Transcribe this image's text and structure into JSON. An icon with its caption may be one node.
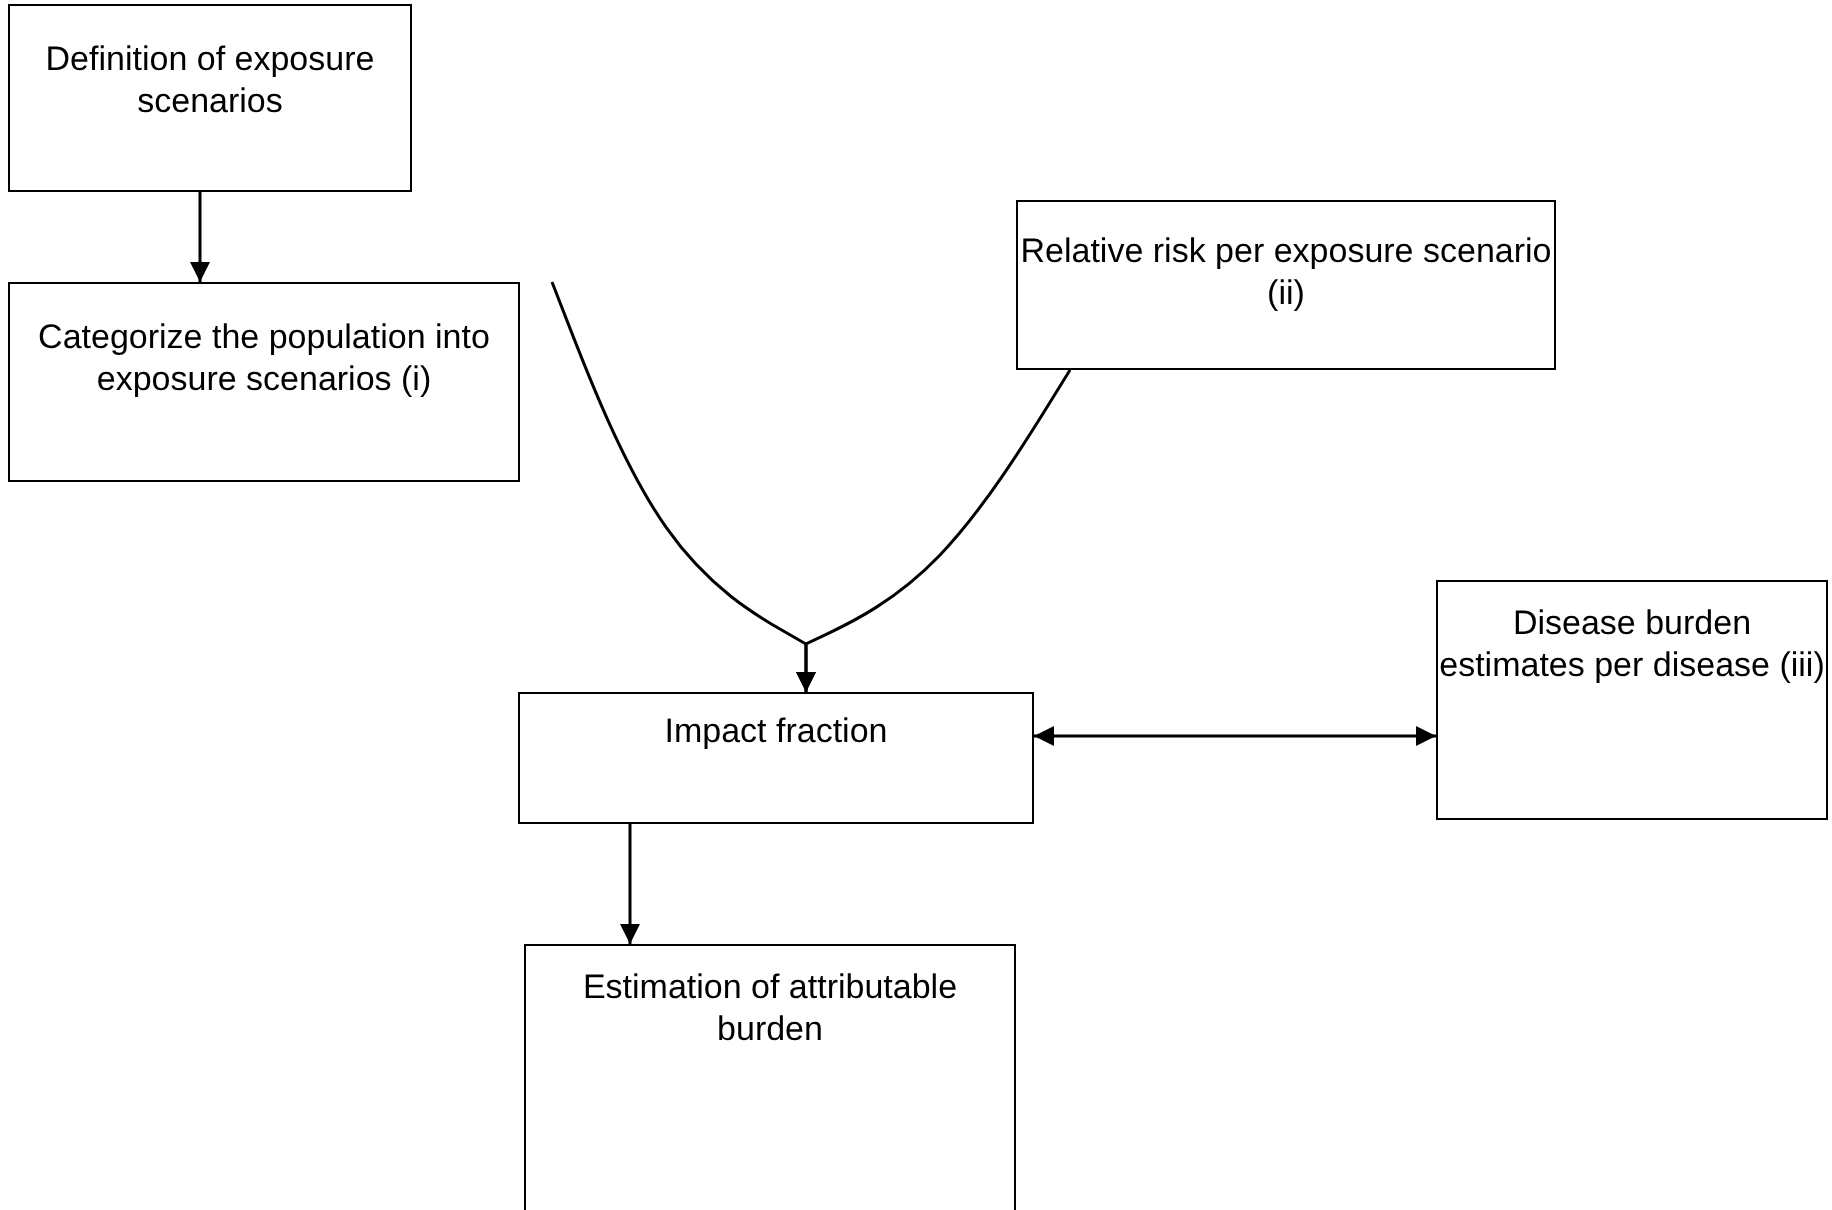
{
  "diagram": {
    "nodes": [
      {
        "text": [
          "Definition of exposure scenarios"
        ]
      },
      {
        "text": [
          "Categorize the population into exposure scenarios (i)"
        ]
      },
      {
        "text": [
          "Relative risk per exposure scenario (ii)"
        ]
      },
      {
        "text": [
          "Impact fraction"
        ]
      },
      {
        "text": [
          "Disease burden estimates per disease (iii)"
        ]
      },
      {
        "text": [
          "Estimation of attributable burden"
        ]
      }
    ],
    "edges": [
      {
        "from": 0,
        "to": 1,
        "arrow": "to"
      },
      {
        "from": 1,
        "to": 3,
        "arrow": "to"
      },
      {
        "from": 2,
        "to": 3,
        "arrow": "to"
      },
      {
        "from": 3,
        "to": 4,
        "arrow": "both"
      },
      {
        "from": 3,
        "to": 5,
        "arrow": "to"
      }
    ]
  }
}
